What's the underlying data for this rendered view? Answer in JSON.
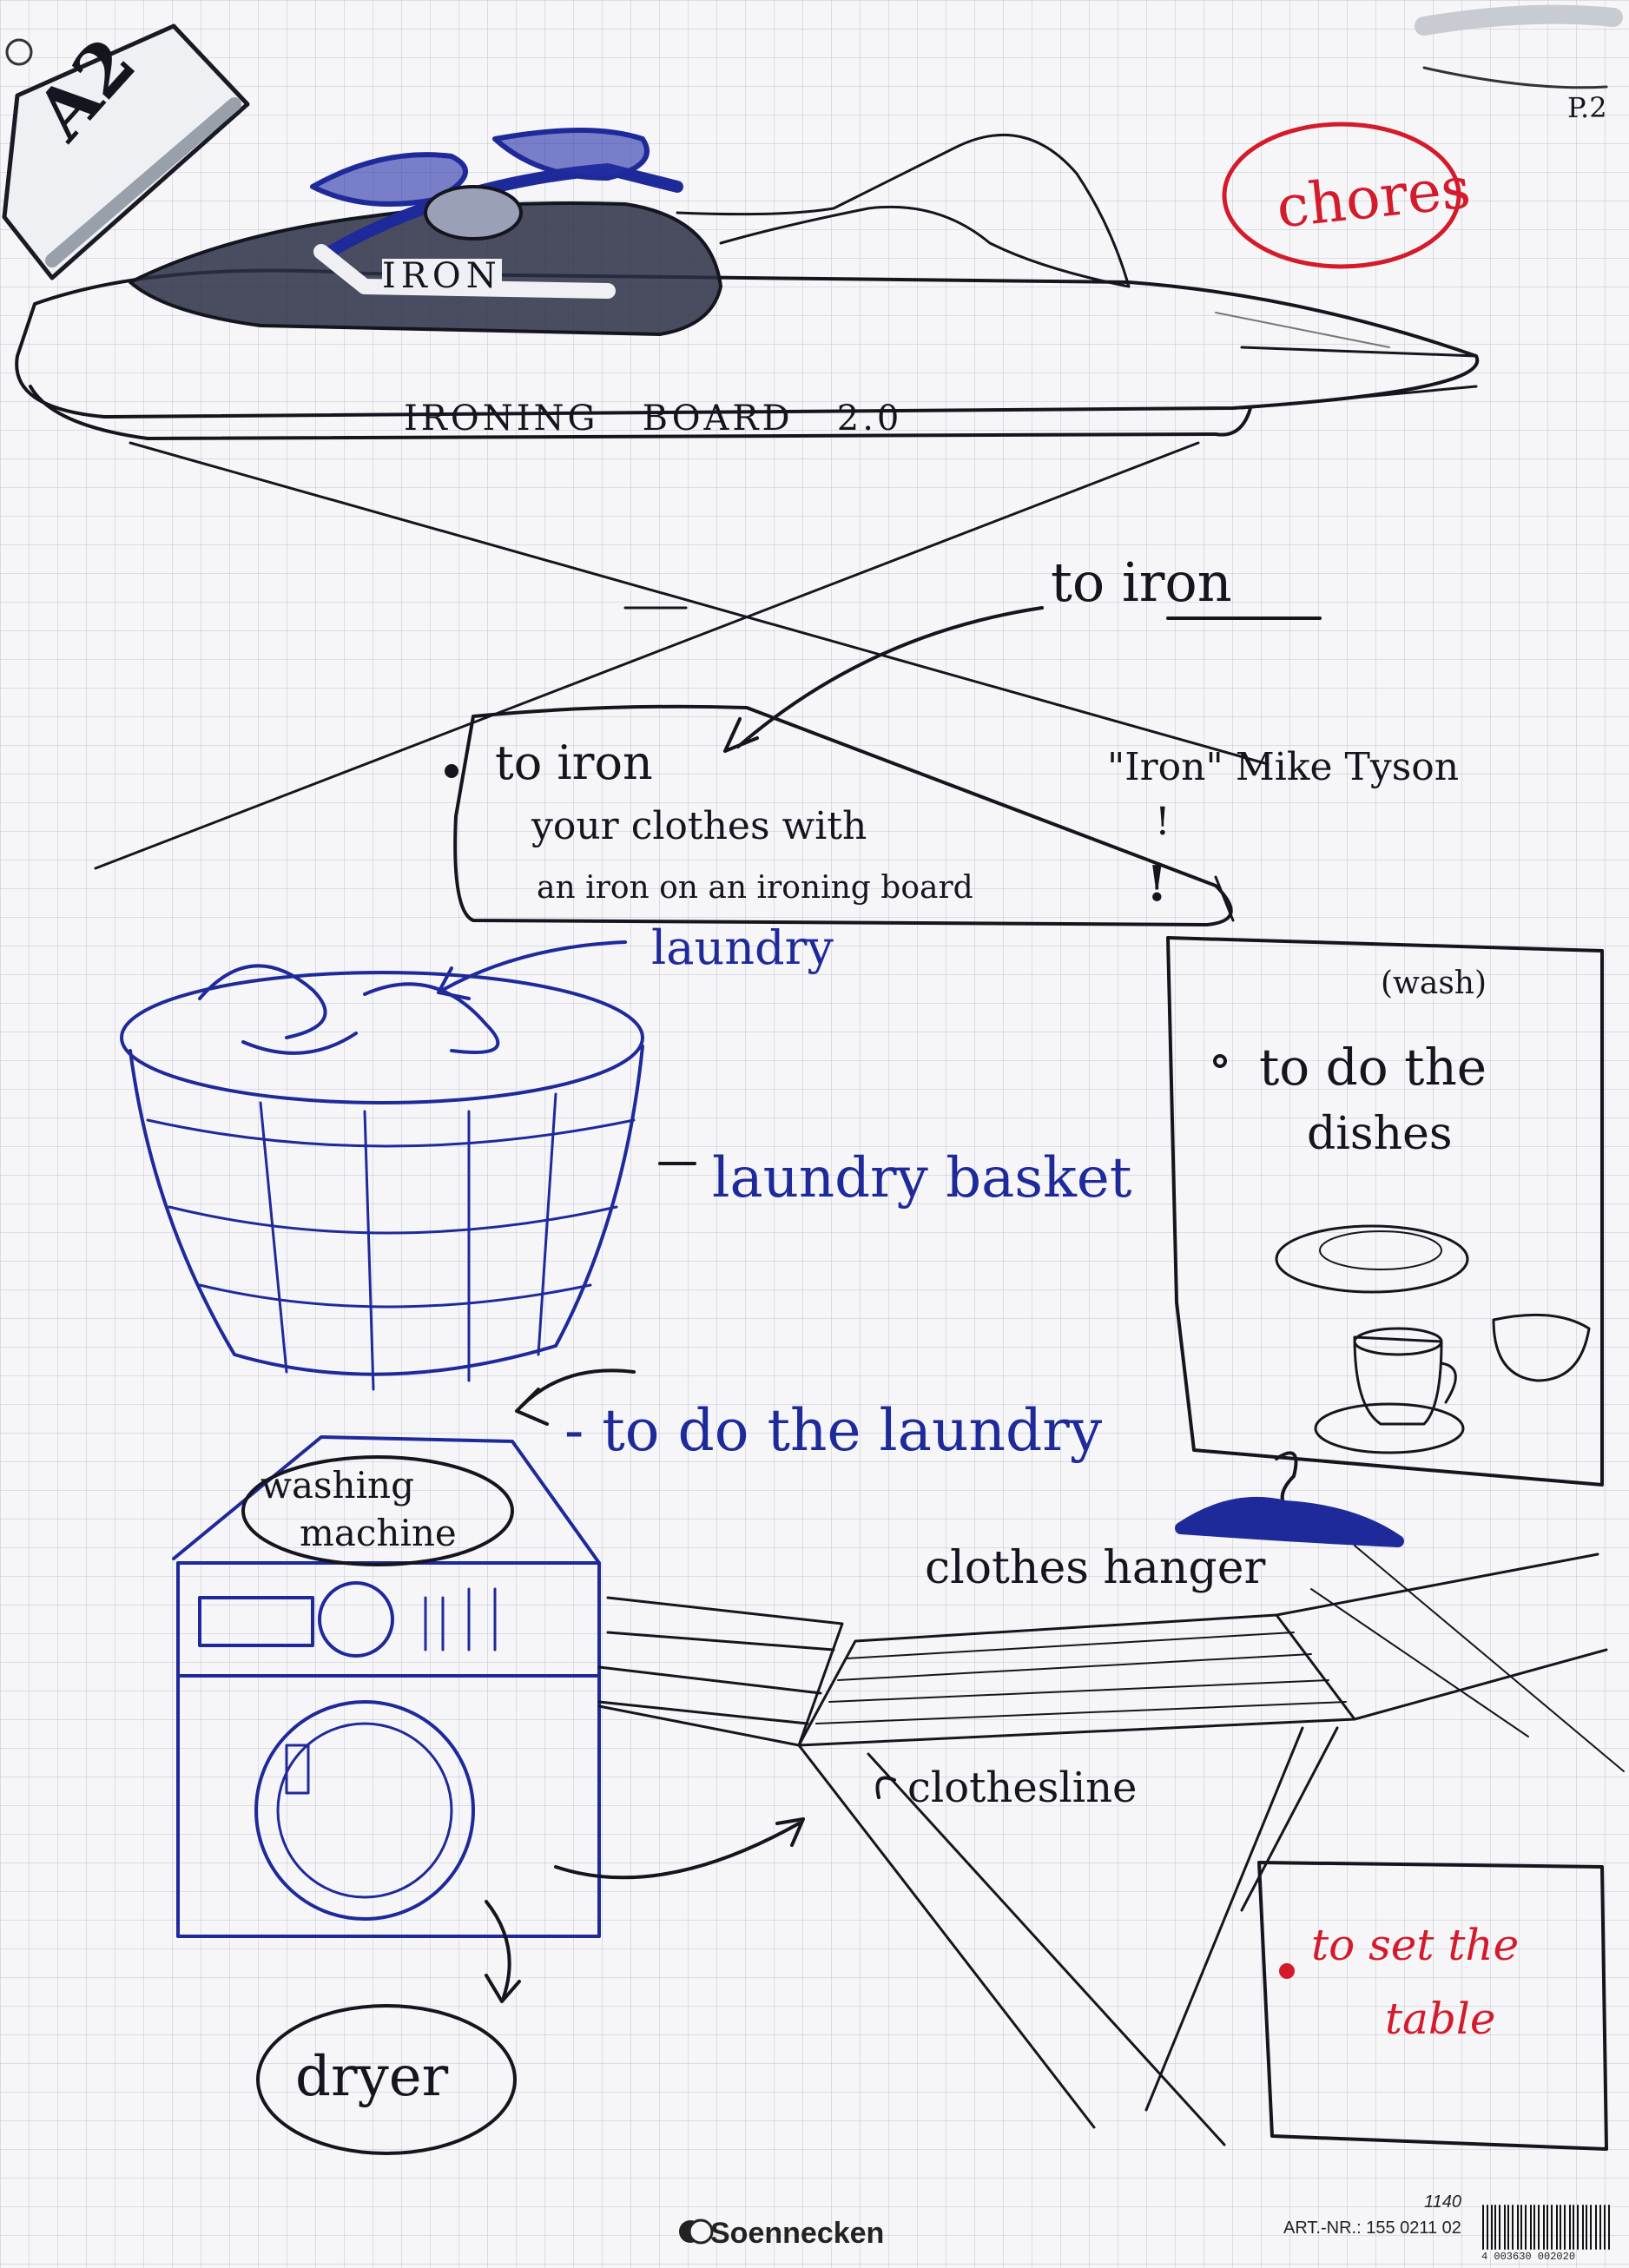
{
  "header": {
    "section_tag": "A2",
    "page_number": "P.2",
    "title": "chores"
  },
  "ironing": {
    "iron_label": "IRON",
    "board_label": "IRONING   BOARD   2.0",
    "verb_heading": "to iron",
    "definition_verb": "to iron",
    "definition_line1": "your clothes with",
    "definition_line2": "an iron on an ironing board",
    "exclamation": "!",
    "quote": "\"Iron\" Mike Tyson",
    "quote_mark": "!"
  },
  "dishes": {
    "wash_note": "(wash)",
    "line1": "to do the",
    "line2": "dishes"
  },
  "laundry": {
    "laundry_label": "laundry",
    "basket_label": "laundry basket",
    "do_laundry": "- to do the laundry",
    "machine_line1": "washing",
    "machine_line2": "machine",
    "hanger_label": "clothes hanger",
    "clothesline_label": "clothesline",
    "dryer_label": "dryer"
  },
  "table": {
    "line1": "to set the",
    "line2": "table"
  },
  "footer": {
    "brand": "Soennecken",
    "number": "1140",
    "article": "ART.-NR.: 155 0211 02",
    "barcode_digits": "4 003630 002020"
  },
  "colors": {
    "ink_black": "#15151f",
    "ink_blue": "#1f2a9a",
    "ink_red": "#d31b2b"
  }
}
